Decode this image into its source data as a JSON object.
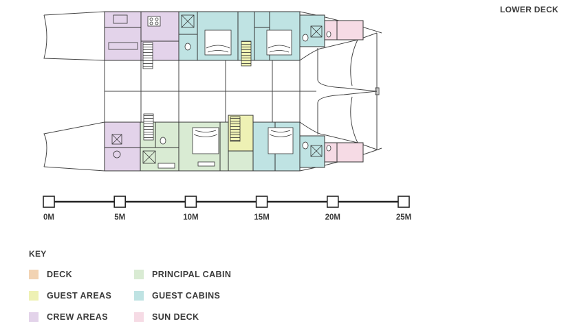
{
  "deck_title": "LOWER DECK",
  "scale": {
    "labels": [
      "0M",
      "5M",
      "10M",
      "15M",
      "20M",
      "25M"
    ]
  },
  "key": {
    "title": "KEY",
    "items": [
      {
        "id": "deck",
        "label": "DECK",
        "color": "#f2d3b3"
      },
      {
        "id": "principal-cabin",
        "label": "PRINCIPAL CABIN",
        "color": "#d9ebd3"
      },
      {
        "id": "guest-areas",
        "label": "GUEST AREAS",
        "color": "#eef1b4"
      },
      {
        "id": "guest-cabins",
        "label": "GUEST CABINS",
        "color": "#bfe3e3"
      },
      {
        "id": "crew-areas",
        "label": "CREW AREAS",
        "color": "#e3d3ea"
      },
      {
        "id": "sun-deck",
        "label": "SUN DECK",
        "color": "#f6dbe5"
      }
    ]
  },
  "colors": {
    "outline": "#333333",
    "crew": "#e3d3ea",
    "guest_cabins": "#bfe3e3",
    "principal": "#d9ebd3",
    "guest_areas": "#eef1b4",
    "sun_deck": "#f6dbe5"
  },
  "icons": [
    "stairs-icon",
    "bed-icon",
    "toilet-icon",
    "shower-icon",
    "stove-icon"
  ]
}
